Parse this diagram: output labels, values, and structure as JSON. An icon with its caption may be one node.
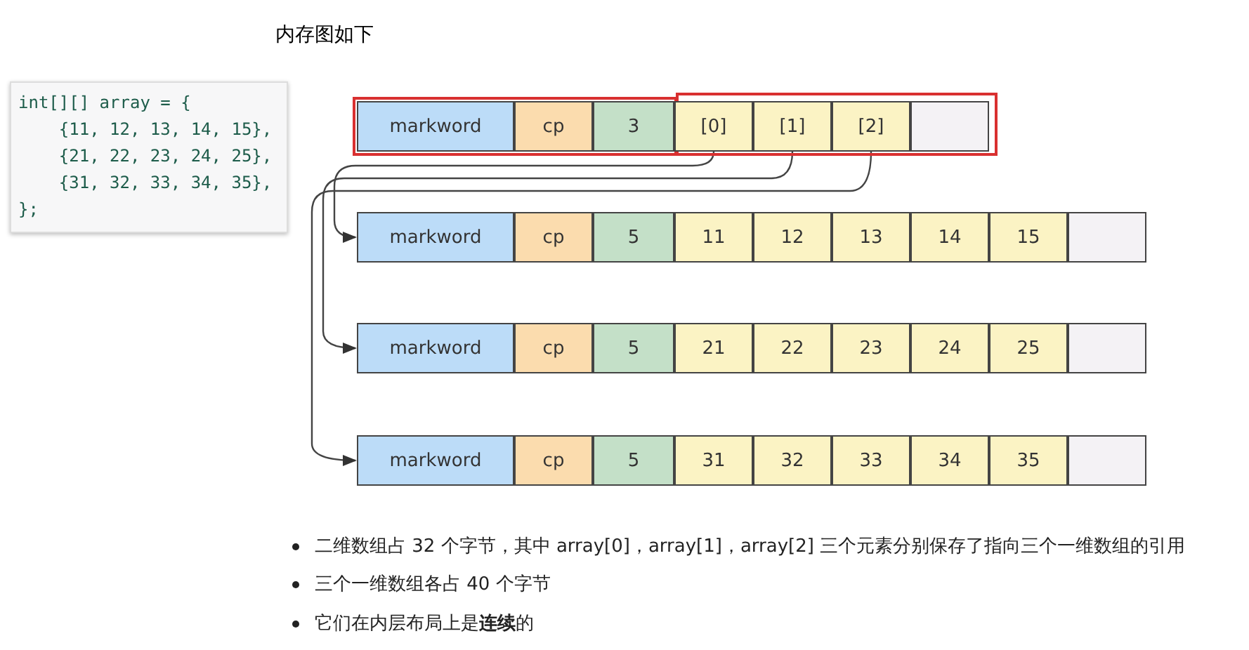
{
  "diagram": {
    "title": "内存图如下",
    "nodes": [
      {
        "text": [],
        "shape": "box"
      },
      {
        "text": [
          "markword"
        ],
        "in": 0
      },
      {
        "text": [
          "cp"
        ],
        "in": 0
      },
      {
        "text": [
          "3"
        ],
        "in": 0
      },
      {
        "text": [],
        "shape": "box"
      },
      {
        "text": [
          "[0]"
        ],
        "in": 4
      },
      {
        "text": [
          "[1]"
        ],
        "in": 4
      },
      {
        "text": [
          "[2]"
        ],
        "in": 4
      },
      {
        "text": [],
        "shape": "box",
        "in": 4
      },
      {
        "text": [
          "markword"
        ]
      },
      {
        "text": [
          "cp"
        ]
      },
      {
        "text": [
          "5"
        ]
      },
      {
        "text": [
          "11"
        ]
      },
      {
        "text": [
          "12"
        ]
      },
      {
        "text": [
          "13"
        ]
      },
      {
        "text": [
          "14"
        ]
      },
      {
        "text": [
          "15"
        ]
      },
      {
        "text": [],
        "shape": "box"
      },
      {
        "text": [
          "markword"
        ]
      },
      {
        "text": [
          "cp"
        ]
      },
      {
        "text": [
          "5"
        ]
      },
      {
        "text": [
          "21"
        ]
      },
      {
        "text": [
          "22"
        ]
      },
      {
        "text": [
          "23"
        ]
      },
      {
        "text": [
          "24"
        ]
      },
      {
        "text": [
          "25"
        ]
      },
      {
        "text": [],
        "shape": "box"
      },
      {
        "text": [
          "markword"
        ]
      },
      {
        "text": [
          "cp"
        ]
      },
      {
        "text": [
          "5"
        ]
      },
      {
        "text": [
          "31"
        ]
      },
      {
        "text": [
          "32"
        ]
      },
      {
        "text": [
          "33"
        ]
      },
      {
        "text": [
          "34"
        ]
      },
      {
        "text": [
          "35"
        ]
      },
      {
        "text": [],
        "shape": "box"
      }
    ],
    "edges": [
      {
        "from": 5,
        "to": 9,
        "arrow": "to"
      },
      {
        "from": 6,
        "to": 18,
        "arrow": "to"
      },
      {
        "from": 7,
        "to": 27,
        "arrow": "to"
      }
    ],
    "labels": [
      "int[][] array = {",
      "    {11, 12, 13, 14, 15},",
      "    {21, 22, 23, 24, 25},",
      "    {31, 32, 33, 34, 35},",
      "};",
      "二维数组占 32 个字节，其中 array[0]，array[1]，array[2] 三个元素分别保存了指向三个一维数组的引用",
      "三个一维数组各占 40 个字节",
      "它们在内层布局上是**连续**的"
    ]
  }
}
